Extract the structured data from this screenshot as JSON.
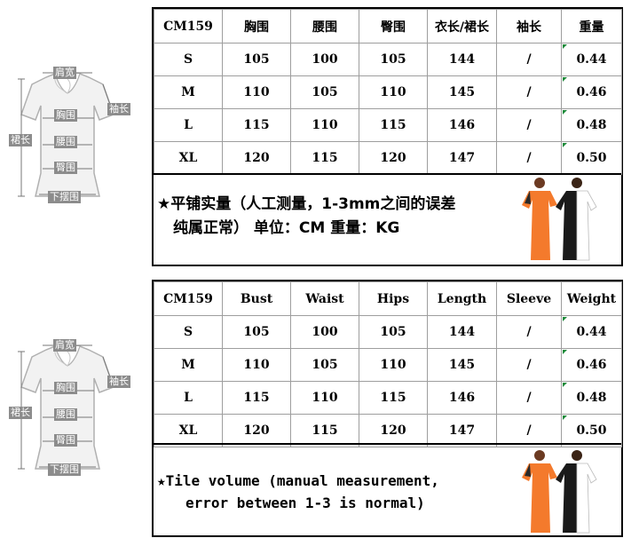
{
  "diagram_labels": {
    "shoulder": "肩宽",
    "sleeve": "袖长",
    "bust": "胸围",
    "length": "裙长",
    "waist": "腰围",
    "hips": "臀围",
    "hem": "下摆围"
  },
  "table_cn": {
    "headers": [
      "CM159",
      "胸围",
      "腰围",
      "臀围",
      "衣长/裙长",
      "袖长",
      "重量"
    ],
    "rows": [
      [
        "S",
        "105",
        "100",
        "105",
        "144",
        "/",
        "0.44"
      ],
      [
        "M",
        "110",
        "105",
        "110",
        "145",
        "/",
        "0.46"
      ],
      [
        "L",
        "115",
        "110",
        "115",
        "146",
        "/",
        "0.48"
      ],
      [
        "XL",
        "120",
        "115",
        "120",
        "147",
        "/",
        "0.50"
      ]
    ],
    "note_line1": "★平铺实量（人工测量，1-3mm之间的误差",
    "note_line2": "纯属正常）     单位：CM    重量：KG"
  },
  "table_en": {
    "headers": [
      "CM159",
      "Bust",
      "Waist",
      "Hips",
      "Length",
      "Sleeve",
      "Weight"
    ],
    "rows": [
      [
        "S",
        "105",
        "100",
        "105",
        "144",
        "/",
        "0.44"
      ],
      [
        "M",
        "110",
        "105",
        "110",
        "145",
        "/",
        "0.46"
      ],
      [
        "L",
        "115",
        "110",
        "115",
        "146",
        "/",
        "0.48"
      ],
      [
        "XL",
        "120",
        "115",
        "120",
        "147",
        "/",
        "0.50"
      ]
    ],
    "note_line1": "★Tile volume (manual measurement,",
    "note_line2": "error between 1-3 is normal)"
  },
  "colors": {
    "label_bg": "#8c8c8c",
    "orange_dress": "#f47a2c",
    "corner_mark": "#1e8a3a"
  }
}
